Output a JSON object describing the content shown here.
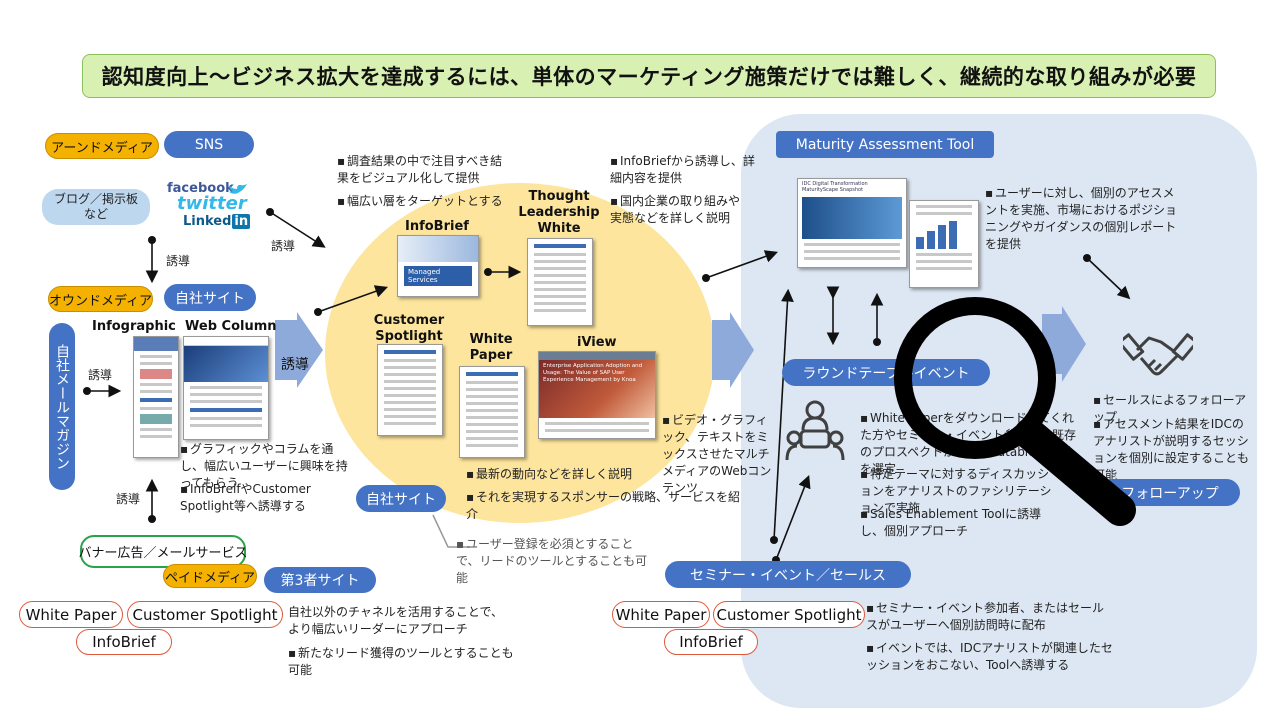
{
  "banner": "認知度向上～ビジネス拡大を達成するには、単体のマーケティング施策だけでは難しく、継続的な取り組みが必要",
  "left": {
    "earned_label": "アーンドメディア",
    "sns_label": "SNS",
    "blog_label": "ブログ／掲示板\nなど",
    "social_logos": {
      "facebook": "facebook",
      "twitter": "twitter",
      "linkedin": "Linked",
      "linkedin_in": "in"
    },
    "induce1": "誘導",
    "owned_label": "オウンドメディア",
    "own_site_label": "自社サイト",
    "mail_magazine": "自社メールマガジン",
    "induce_mail": "誘導",
    "infographic_title": "Infographic",
    "webcolumn_title": "Web Column",
    "induce_arrow_label": "誘導",
    "note_graphic": "グラフィックやコラムを通し、幅広いユーザーに興味を持ってもらう",
    "note_infobrief": "InfoBreifやCustomer Spotlight等へ誘導する",
    "induce_banner": "誘導",
    "banner_ad": "バナー広告／メールサービス",
    "paid_label": "ペイドメディア",
    "third_site": "第3者サイト",
    "tag_whitepaper": "White Paper",
    "tag_customer": "Customer Spotlight",
    "tag_infobrief": "InfoBrief",
    "note_channel": "自社以外のチャネルを活用することで、より幅広いリーダーにアプローチ",
    "note_newlead": "新たなリード獲得のツールとすることも可能",
    "induce_top": "誘導"
  },
  "center": {
    "note_survey": "調査結果の中で注目すべき結果をビジュアル化して提供",
    "note_target": "幅広い層をターゲットとする",
    "note_infobrief_lead": "InfoBriefから誘導し、詳細内容を提供",
    "note_domestic": "国内企業の取り組みや実態などを詳しく説明",
    "infobrief_title": "InfoBrief",
    "thought_title": "Thought\nLeadership\nWhite Paper",
    "customer_title": "Customer\nSpotlight",
    "whitepaper_title": "White\nPaper",
    "iview_title": "iView",
    "infobrief_doc_text": "Managed Services",
    "iview_doc_title": "Enterprise Application Adoption and Usage: The Value of SAP User Experience Management by Knoa",
    "note_video": "ビデオ・グラフィック、テキストをミックスさせたマルチメディアのWebコンテンツ",
    "note_latest": "最新の動向などを詳しく説明",
    "note_sponsor": "それを実現するスポンサーの戦略、サービスを紹介",
    "own_site_label": "自社サイト",
    "note_register": "ユーザー登録を必須とすることで、リードのツールとすることも可能"
  },
  "right": {
    "mat_label": "Maturity Assessment Tool",
    "mat_doc_header": "IDC Digital Transformation MaturityScape Snapshot",
    "note_assess": "ユーザーに対し、個別のアセスメントを実施、市場におけるポジショニングやガイダンスの個別レポートを提供",
    "roundtable_label": "ラウンドテーブルイベント",
    "note_rt1": "White Paperをダウンロードしてくれた方やセミナー・イベント参加者、既存のプロスペクトからRoundtable参加者を選定",
    "note_rt2": "特定テーマに対するディスカッションをアナリストのファシリテーションで実施",
    "note_rt3": "Sales Enablement Toolに誘導し、個別アプローチ",
    "note_sales1": "セールスによるフォローアップ",
    "note_sales2": "アセスメント結果をIDCのアナリストが説明するセッションを個別に設定することも可能",
    "followup_label": "フォローアップ",
    "seminar_label": "セミナー・イベント／セールス",
    "tag_whitepaper": "White Paper",
    "tag_customer": "Customer Spotlight",
    "tag_infobrief": "InfoBrief",
    "note_seminar1": "セミナー・イベント参加者、またはセールスがユーザーへ個別訪問時に配布",
    "note_seminar2": "イベントでは、IDCアナリストが関連したセッションをおこない、Toolへ誘導する"
  },
  "colors": {
    "earned": "#f5b100",
    "blue": "#4472c4",
    "light_blue": "#bdd7ee",
    "circle": "#fde59e",
    "panel": "#dce7f3",
    "banner_bg": "#d9f0b3",
    "chevron": "#8eaadb",
    "tag_border": "#e0583a",
    "banner_border": "#29a34a"
  },
  "icons": [
    "magnifier-icon",
    "handshake-icon",
    "roundtable-meeting-icon"
  ]
}
